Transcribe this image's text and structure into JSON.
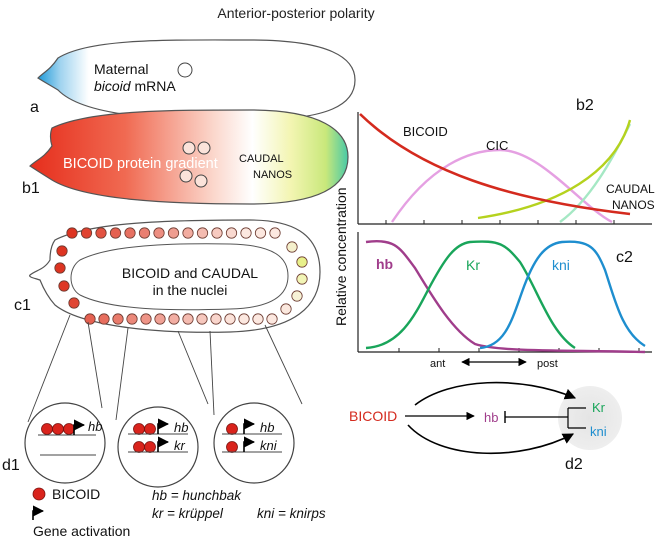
{
  "title": "Anterior-posterior polarity",
  "panel_labels": {
    "a": "a",
    "b1": "b1",
    "c1": "c1",
    "d1": "d1",
    "b2": "b2",
    "c2": "c2",
    "d2": "d2"
  },
  "panel_a": {
    "line1": "Maternal",
    "line2": "bicoid",
    "line2_rest": " mRNA"
  },
  "panel_b1": {
    "gradient_label": "BICOID protein gradient",
    "caudal": "CAUDAL",
    "nanos": "NANOS"
  },
  "panel_c1": {
    "line1": "BICOID and CAUDAL",
    "line2": "in the nuclei"
  },
  "panel_d1": {
    "circle1": {
      "gene": "hb"
    },
    "circle2": {
      "gene1": "hb",
      "gene2": "kr"
    },
    "circle3": {
      "gene1": "hb",
      "gene2": "kni"
    }
  },
  "legend": {
    "bicoid": "BICOID",
    "activation": "Gene activation",
    "hb_abbr": "hb",
    "hb_name": "hunchbak",
    "kr_abbr": "kr",
    "kr_name": "krüppel",
    "kni_abbr": "kni",
    "kni_name": "knirps",
    "equals": " = "
  },
  "panel_b2": {
    "bicoid": "BICOID",
    "cic": "CIC",
    "caudal": "CAUDAL",
    "nanos": "NANOS"
  },
  "panel_c2": {
    "hb": "hb",
    "kr": "Kr",
    "kni": "kni"
  },
  "y_axis_label": "Relative concentration",
  "x_axis": {
    "ant": "ant",
    "post": "post"
  },
  "panel_d2": {
    "bicoid": "BICOID",
    "hb": "hb",
    "kr": "Kr",
    "kni": "kni"
  },
  "colors": {
    "bicoid": "#d42a1e",
    "cic": "#e5a0e2",
    "caudal": "#b5d21e",
    "nanos": "#9ee6b9",
    "hb": "#a03d8b",
    "kr": "#19a55a",
    "kni": "#1e8ecf",
    "nucleus": "#d9231c"
  }
}
